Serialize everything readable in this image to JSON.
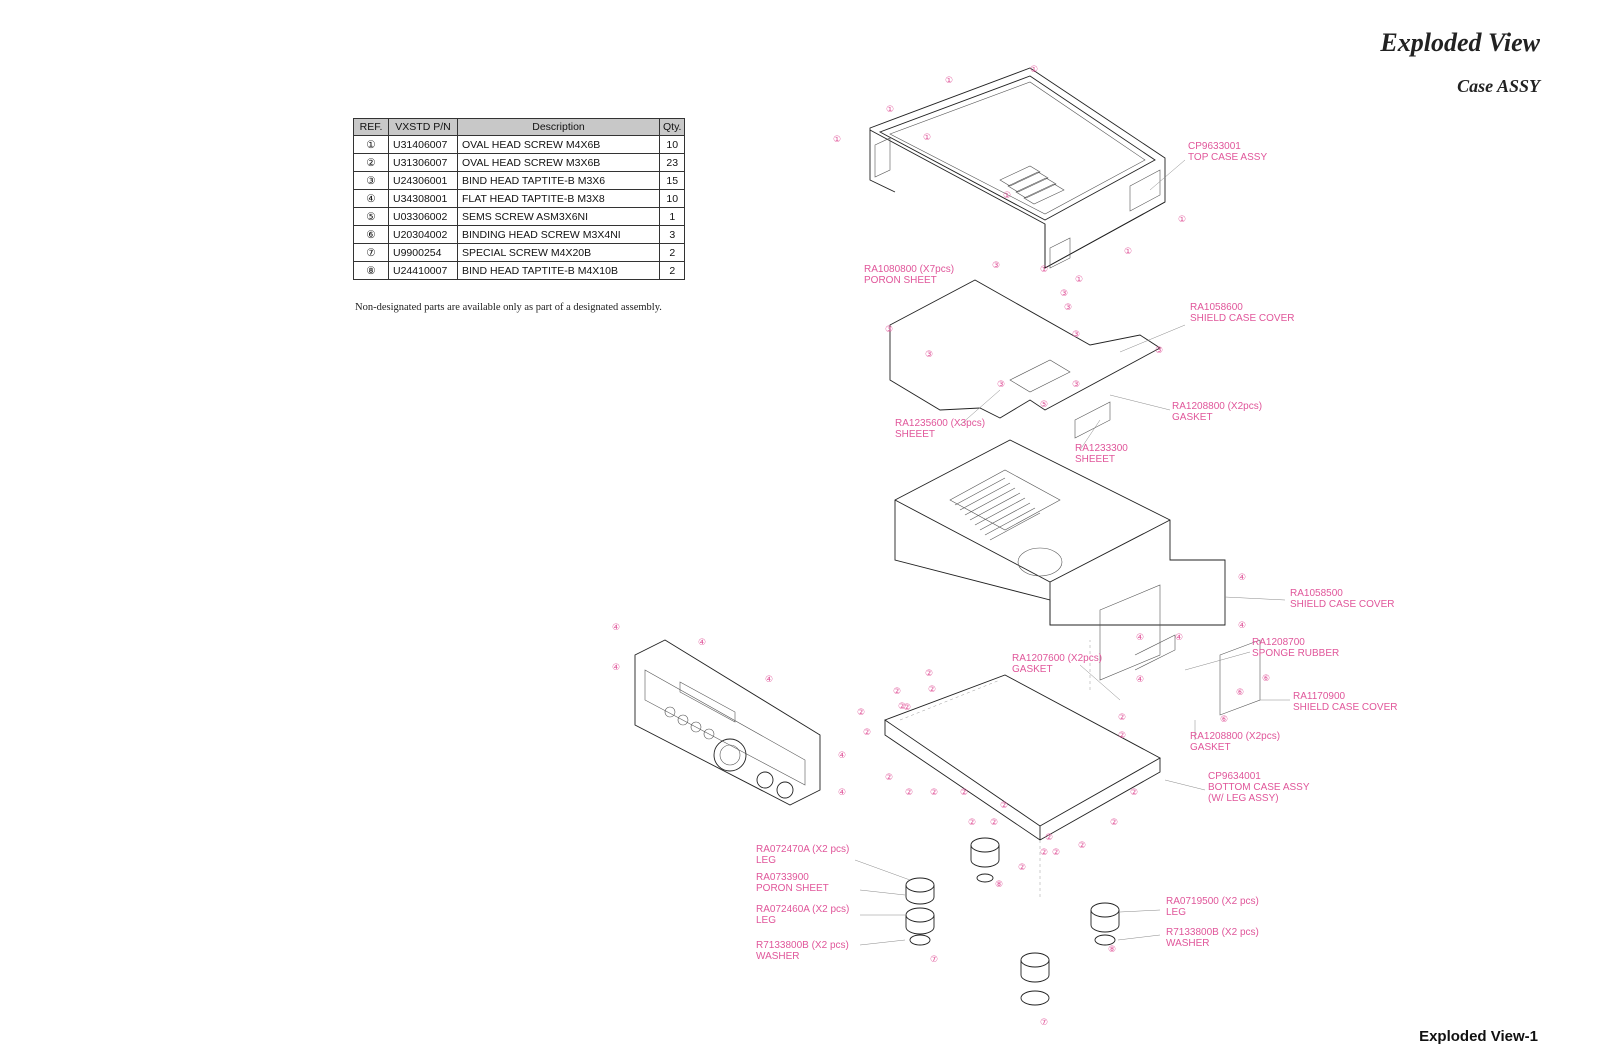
{
  "page": {
    "title": "Exploded View",
    "subtitle": "Case ASSY",
    "footer": "Exploded View-1",
    "note": "Non-designated parts are available only as part of a designated assembly."
  },
  "parts_table": {
    "headers": [
      "REF.",
      "VXSTD P/N",
      "Description",
      "Qty."
    ],
    "rows": [
      {
        "ref": "①",
        "pn": "U31406007",
        "desc": "OVAL HEAD SCREW M4X6B",
        "qty": "10"
      },
      {
        "ref": "②",
        "pn": "U31306007",
        "desc": "OVAL HEAD SCREW M3X6B",
        "qty": "23"
      },
      {
        "ref": "③",
        "pn": "U24306001",
        "desc": "BIND HEAD TAPTITE-B M3X6",
        "qty": "15"
      },
      {
        "ref": "④",
        "pn": "U34308001",
        "desc": "FLAT HEAD TAPTITE-B M3X8",
        "qty": "10"
      },
      {
        "ref": "⑤",
        "pn": "U03306002",
        "desc": "SEMS SCREW ASM3X6NI",
        "qty": "1"
      },
      {
        "ref": "⑥",
        "pn": "U20304002",
        "desc": "BINDING HEAD SCREW M3X4NI",
        "qty": "3"
      },
      {
        "ref": "⑦",
        "pn": "U9900254",
        "desc": "SPECIAL SCREW M4X20B",
        "qty": "2"
      },
      {
        "ref": "⑧",
        "pn": "U24410007",
        "desc": "BIND HEAD TAPTITE-B M4X10B",
        "qty": "2"
      }
    ]
  },
  "callouts": {
    "top_case": [
      "CP9633001",
      "TOP CASE ASSY"
    ],
    "poron_sheet_top": [
      "RA1080800 (X7pcs)",
      "PORON SHEET"
    ],
    "shield_cover_top": [
      "RA1058600",
      "SHIELD CASE COVER"
    ],
    "gasket_top": [
      "RA1208800 (X2pcs)",
      "GASKET"
    ],
    "sheeet_x3": [
      "RA1235600 (X3pcs)",
      "SHEEET"
    ],
    "sheeet_single": [
      "RA1233300",
      "SHEEET"
    ],
    "shield_cover_side": [
      "RA1058500",
      "SHIELD CASE COVER"
    ],
    "sponge_rubber": [
      "RA1208700",
      "SPONGE RUBBER"
    ],
    "gasket_x2_mid": [
      "RA1207600 (X2pcs)",
      "GASKET"
    ],
    "shield_cover_small": [
      "RA1170900",
      "SHIELD CASE COVER"
    ],
    "gasket_lower": [
      "RA1208800 (X2pcs)",
      "GASKET"
    ],
    "bottom_case": [
      "CP9634001",
      "BOTTOM CASE ASSY",
      "(W/ LEG ASSY)"
    ],
    "leg_a": [
      "RA072470A (X2 pcs)",
      "LEG"
    ],
    "poron_sheet_leg": [
      "RA0733900",
      "PORON SHEET"
    ],
    "leg_b": [
      "RA072460A (X2 pcs)",
      "LEG"
    ],
    "washer_left": [
      "R7133800B (X2 pcs)",
      "WASHER"
    ],
    "leg_c": [
      "RA0719500 (X2 pcs)",
      "LEG"
    ],
    "washer_right": [
      "R7133800B (X2 pcs)",
      "WASHER"
    ]
  },
  "screw_markers": {
    "top_case": [
      "①",
      "①",
      "①",
      "①",
      "①",
      "①",
      "①",
      "①",
      "①",
      "①"
    ],
    "shield_top": [
      "③",
      "③",
      "③",
      "③",
      "③",
      "③",
      "③",
      "③",
      "③",
      "⑤"
    ],
    "side": [
      "④",
      "④",
      "④",
      "④",
      "④",
      "⑥",
      "⑥",
      "⑥"
    ],
    "front_panel": [
      "④",
      "④",
      "④",
      "④",
      "④",
      "④"
    ],
    "bottom": [
      "②",
      "②",
      "②",
      "②",
      "②",
      "②",
      "②",
      "②",
      "②",
      "②",
      "②",
      "②",
      "②",
      "②",
      "②",
      "②",
      "②",
      "②",
      "②",
      "②",
      "②",
      "②",
      "②"
    ],
    "legs": [
      "⑧",
      "⑦",
      "⑧",
      "⑦"
    ]
  },
  "colors": {
    "callout_pink": "#e0569a",
    "table_header_gray": "#c8c8c8",
    "line_dark": "#222222"
  }
}
